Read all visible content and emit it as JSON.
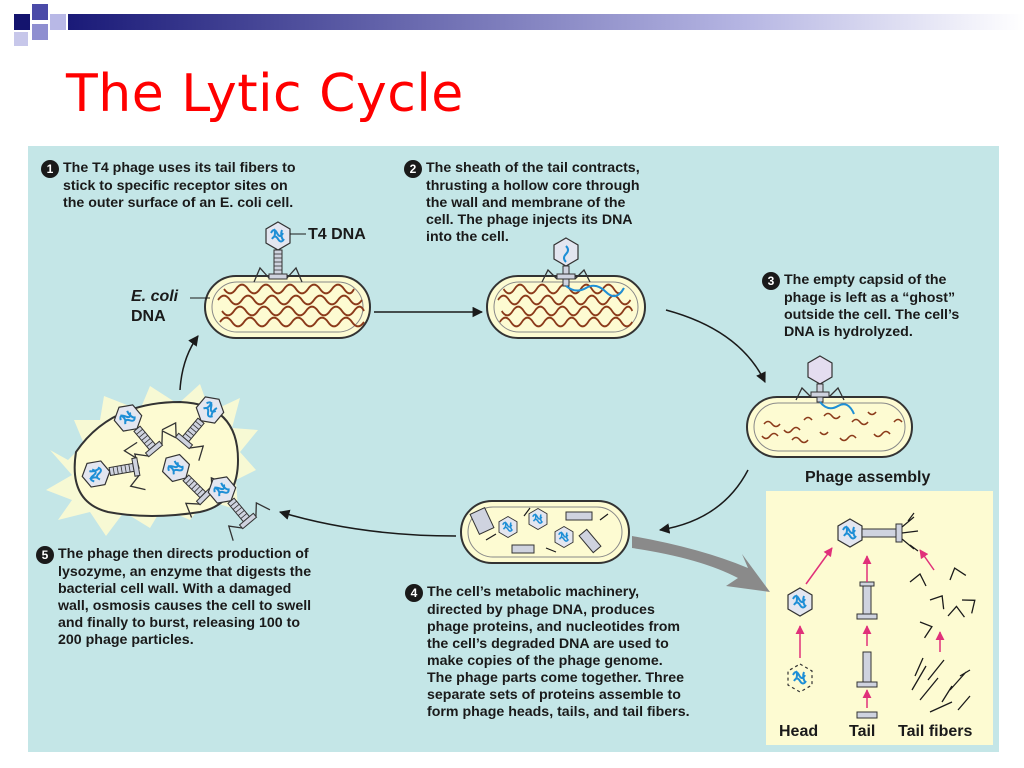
{
  "slide": {
    "title": "The Lytic Cycle",
    "title_color": "#ff0000",
    "panel_color": "#c4e6e7",
    "assembly_box_color": "#fdfbd2"
  },
  "steps": [
    {
      "number": "1",
      "lines": [
        "The T4 phage uses its tail fibers to",
        "stick to specific receptor sites on",
        "the outer surface of an E. coli cell."
      ]
    },
    {
      "number": "2",
      "lines": [
        "The sheath of the tail contracts,",
        "thrusting a hollow core through",
        "the wall and membrane of the",
        "cell. The phage injects its DNA",
        "into the cell."
      ]
    },
    {
      "number": "3",
      "lines": [
        "The empty capsid of the",
        "phage is left as a “ghost”",
        "outside the cell. The cell’s",
        "DNA is hydrolyzed."
      ]
    },
    {
      "number": "4",
      "lines": [
        "The cell’s metabolic machinery,",
        "directed by phage DNA, produces",
        "phage proteins, and nucleotides from",
        "the cell’s degraded DNA are used to",
        "make copies of the phage genome.",
        "The phage parts come together. Three",
        "separate sets of proteins assemble to",
        "form phage heads, tails, and tail fibers."
      ]
    },
    {
      "number": "5",
      "lines": [
        "The phage then directs production of",
        "lysozyme, an enzyme that digests the",
        "bacterial cell wall. With a damaged",
        "wall, osmosis causes the cell to swell",
        "and finally to burst, releasing 100 to",
        "200 phage particles."
      ]
    }
  ],
  "labels": {
    "t4_dna": "T4 DNA",
    "ecoli_dna_line1": "E. coli",
    "ecoli_dna_line2": "DNA",
    "phage_assembly": "Phage assembly",
    "head": "Head",
    "tail": "Tail",
    "tail_fibers": "Tail fibers"
  }
}
